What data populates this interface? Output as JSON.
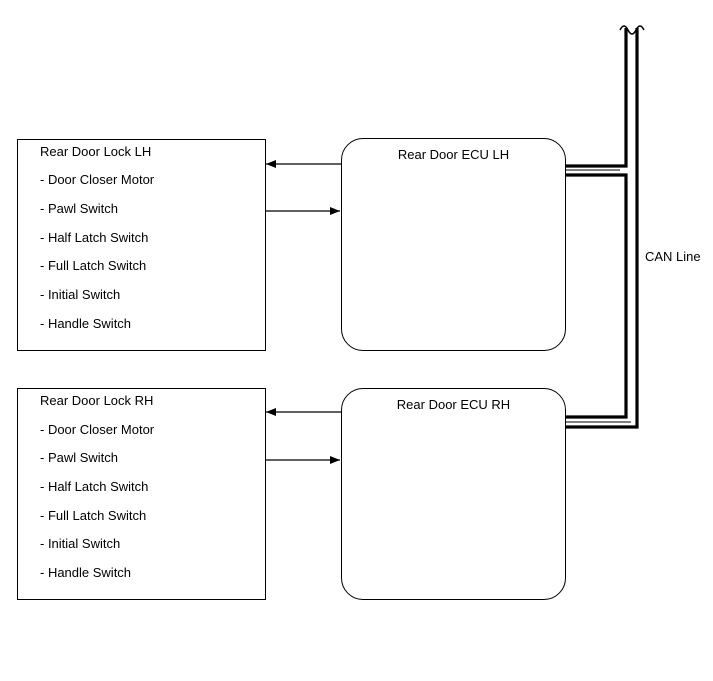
{
  "diagram": {
    "lock_lh": {
      "title": "Rear Door Lock LH",
      "items": [
        "- Door Closer Motor",
        "- Pawl Switch",
        "- Half Latch Switch",
        "- Full Latch Switch",
        "- Initial Switch",
        "- Handle Switch"
      ]
    },
    "lock_rh": {
      "title": "Rear Door Lock RH",
      "items": [
        "- Door Closer Motor",
        "- Pawl Switch",
        "- Half Latch Switch",
        "- Full Latch Switch",
        "- Initial Switch",
        "- Handle Switch"
      ]
    },
    "ecu_lh": {
      "title": "Rear Door ECU LH"
    },
    "ecu_rh": {
      "title": "Rear Door ECU RH"
    },
    "bus": {
      "label": "CAN Line"
    }
  },
  "colors": {
    "line": "#000000",
    "background": "#ffffff"
  }
}
